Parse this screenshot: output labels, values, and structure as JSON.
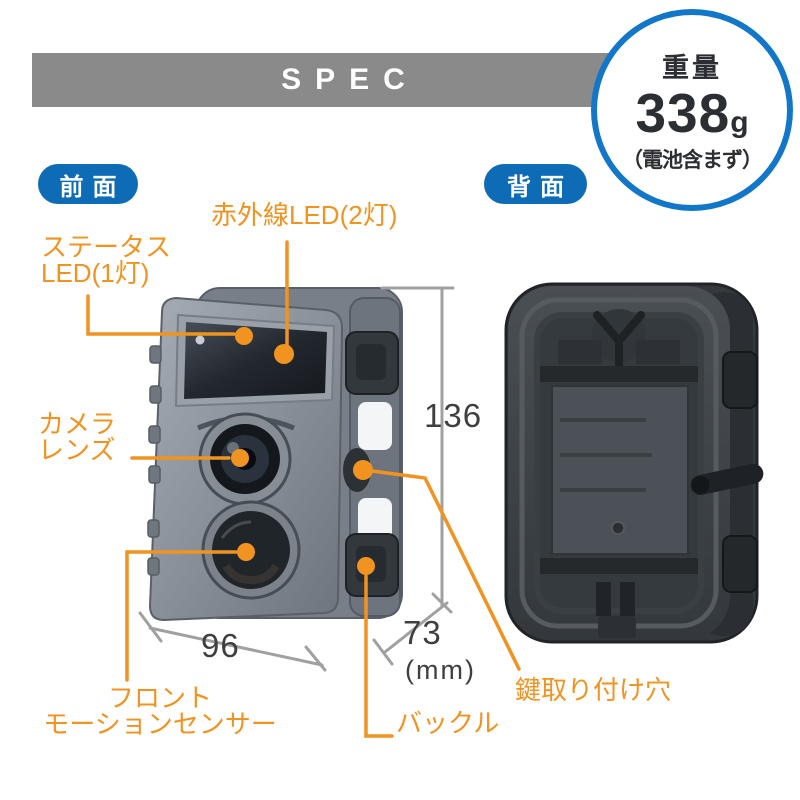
{
  "header": {
    "spec_label": "SPEC"
  },
  "weight_badge": {
    "label": "重量",
    "value": "338",
    "unit": "g",
    "note": "（電池含まず）"
  },
  "views": {
    "front_label": "前面",
    "back_label": "背面"
  },
  "annotations": {
    "ir_led": "赤外線LED(2灯)",
    "status_led_line1": "ステータス",
    "status_led_line2": "LED(1灯)",
    "camera_lens_line1": "カメラ",
    "camera_lens_line2": "レンズ",
    "front_motion_line1": "フロント",
    "front_motion_line2": "モーションセンサー",
    "buckle": "バックル",
    "lock_hole": "鍵取り付け穴"
  },
  "dimensions": {
    "height_mm": "136",
    "width_mm": "96",
    "depth_mm": "73",
    "unit_label": "(mm)"
  },
  "colors": {
    "accent_orange": "#f09320",
    "brand_blue": "#0d6cb5",
    "circle_blue": "#1377c9",
    "bar_gray": "#8a8a8a",
    "dim_gray": "#a0a0a0",
    "text_dark": "#3f3f3f"
  }
}
